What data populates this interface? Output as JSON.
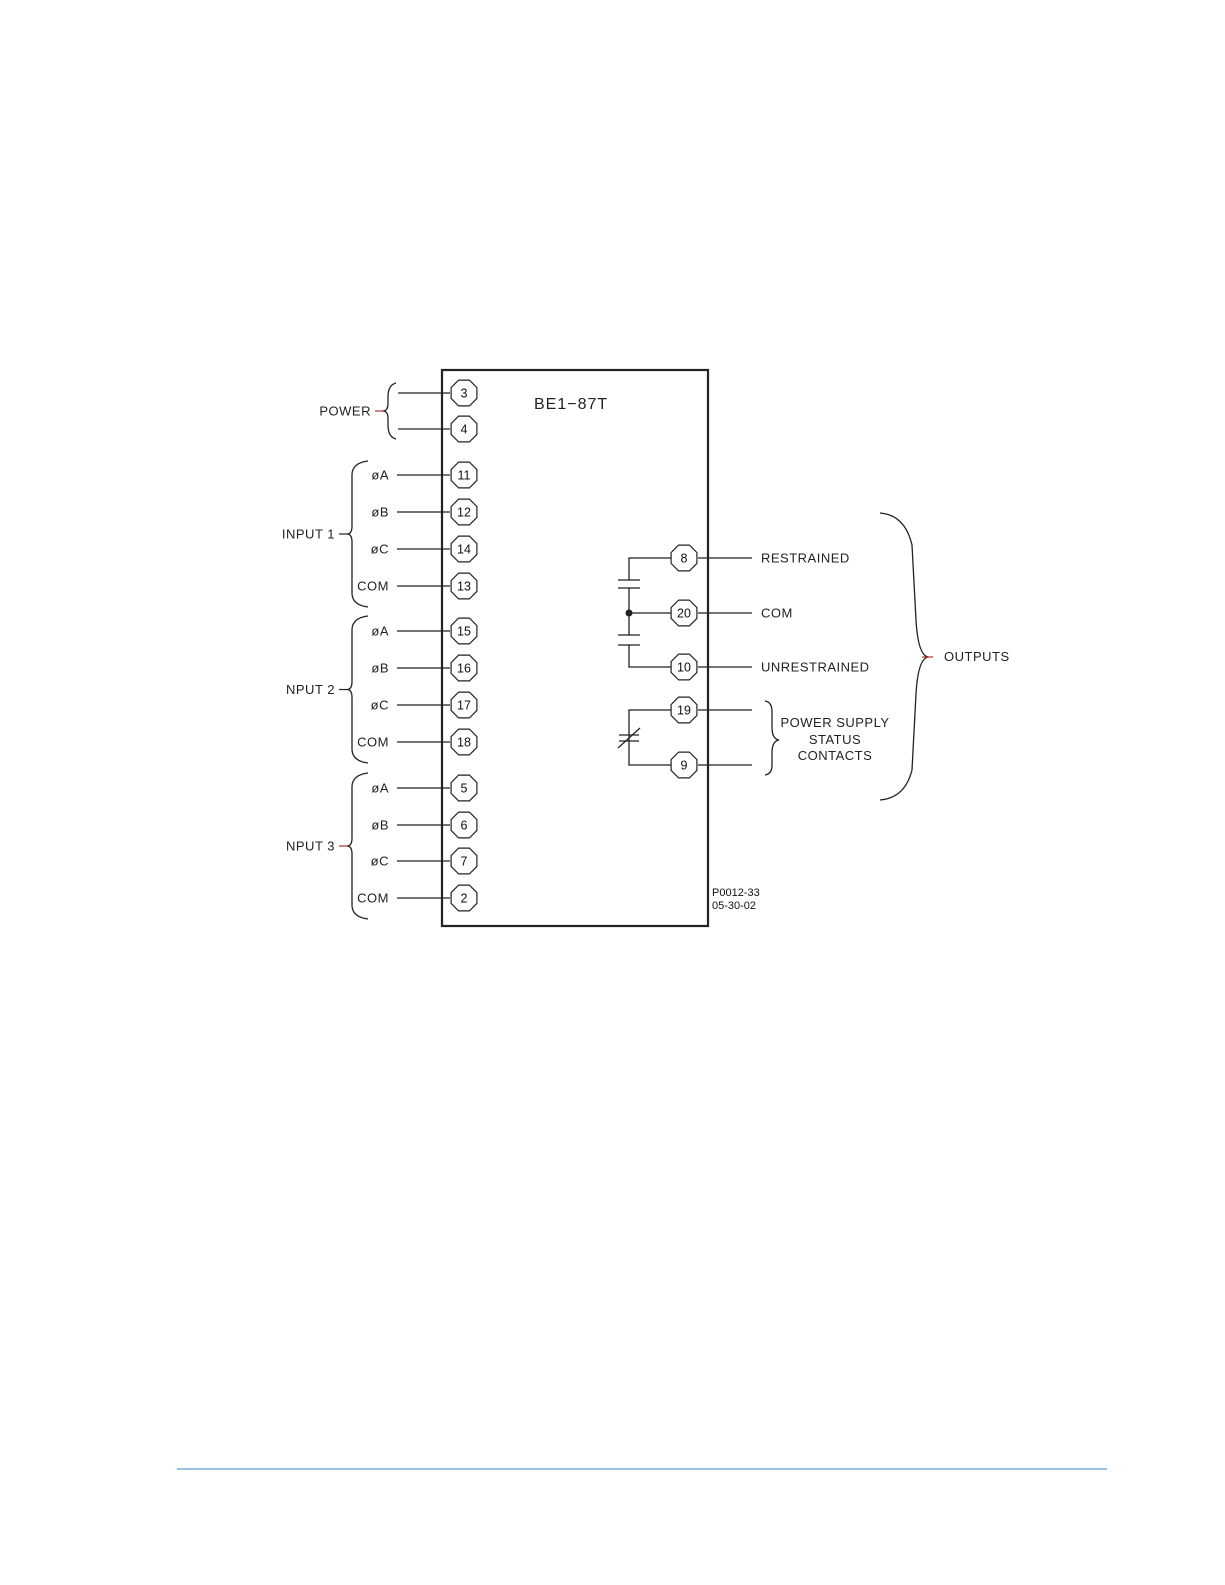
{
  "device_name": "BE1−87T",
  "drawing_id": "P0012-33",
  "drawing_date": "05-30-02",
  "colors": {
    "rule": "#5b9bd5",
    "bracket_tick": "#b03030"
  },
  "left_groups": [
    {
      "label": "POWER",
      "tick": "red",
      "terminals": [
        {
          "num": "3",
          "label": ""
        },
        {
          "num": "4",
          "label": ""
        }
      ]
    },
    {
      "label": "INPUT 1",
      "tick": "black",
      "terminals": [
        {
          "num": "11",
          "label": "øA"
        },
        {
          "num": "12",
          "label": "øB"
        },
        {
          "num": "14",
          "label": "øC"
        },
        {
          "num": "13",
          "label": "COM"
        }
      ]
    },
    {
      "label": "NPUT 2",
      "tick": "black",
      "terminals": [
        {
          "num": "15",
          "label": "øA"
        },
        {
          "num": "16",
          "label": "øB"
        },
        {
          "num": "17",
          "label": "øC"
        },
        {
          "num": "18",
          "label": "COM"
        }
      ]
    },
    {
      "label": "NPUT 3",
      "tick": "red",
      "terminals": [
        {
          "num": "5",
          "label": "øA"
        },
        {
          "num": "6",
          "label": "øB"
        },
        {
          "num": "7",
          "label": "øC"
        },
        {
          "num": "2",
          "label": "COM"
        }
      ]
    }
  ],
  "outputs": {
    "group_label": "OUTPUTS",
    "trip_terminals": [
      {
        "num": "8",
        "label": "RESTRAINED"
      },
      {
        "num": "20",
        "label": "COM"
      },
      {
        "num": "10",
        "label": "UNRESTRAINED"
      }
    ],
    "status_terminals": [
      {
        "num": "19"
      },
      {
        "num": "9"
      }
    ],
    "status_label": [
      "POWER SUPPLY",
      "STATUS",
      "CONTACTS"
    ]
  }
}
